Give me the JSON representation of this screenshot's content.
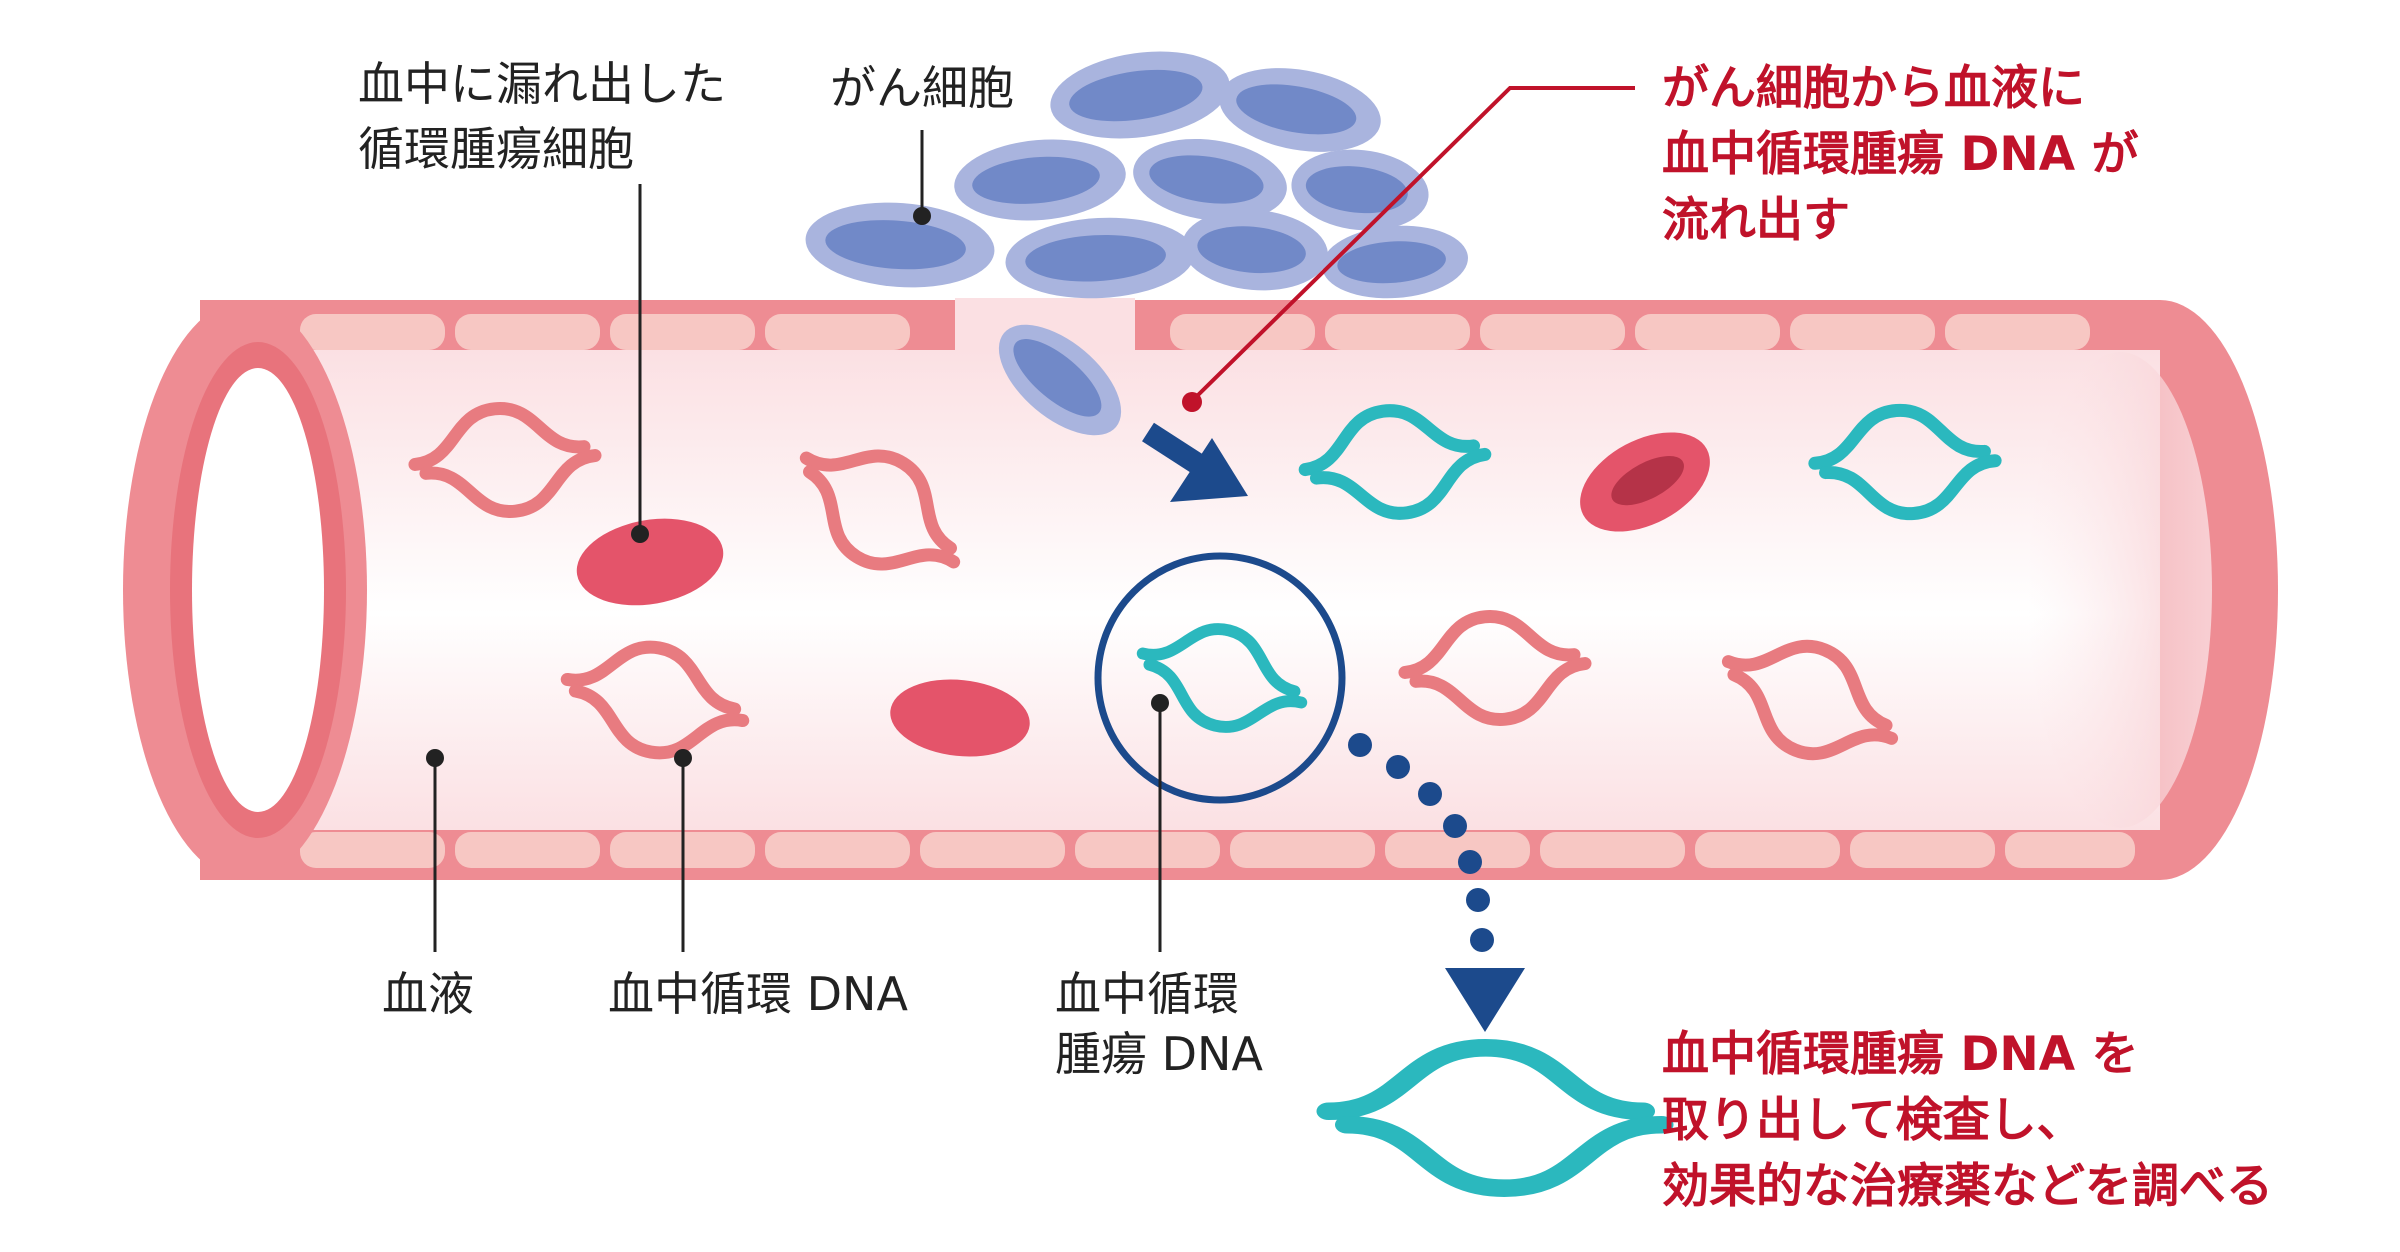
{
  "labels": {
    "leaked_ctc": [
      "血中に漏れ出した",
      "循環腫瘍細胞"
    ],
    "cancer_cells": "がん細胞",
    "blood": "血液",
    "cfdna": "血中循環 DNA",
    "ctdna": [
      "血中循環",
      "腫瘍 DNA"
    ]
  },
  "callouts": {
    "flow_out": [
      "がん細胞から血液に",
      "血中循環腫瘍 DNA が",
      "流れ出す"
    ],
    "extract": [
      "血中循環腫瘍 DNA を",
      "取り出して検査し、",
      "効果的な治療薬などを調べる"
    ]
  },
  "colors": {
    "vessel_wall": "#EE8C93",
    "vessel_inner": "#FBE3E5",
    "wall_cell": "#F7C7C3",
    "cancer_cell_outer": "#A9B4DE",
    "cancer_cell_inner": "#7189C8",
    "normal_dna": "#E87B80",
    "tumor_dna": "#2BB8BE",
    "blood_cell": "#E4546A",
    "navy": "#1C4A8C",
    "callout_red": "#C0122A"
  },
  "icons": {
    "dna": "double-helix-icon",
    "arrow": "arrow-down-right-icon",
    "dotted_arrow": "dotted-arrow-down-icon",
    "magnifier": "magnifier-circle-icon"
  }
}
